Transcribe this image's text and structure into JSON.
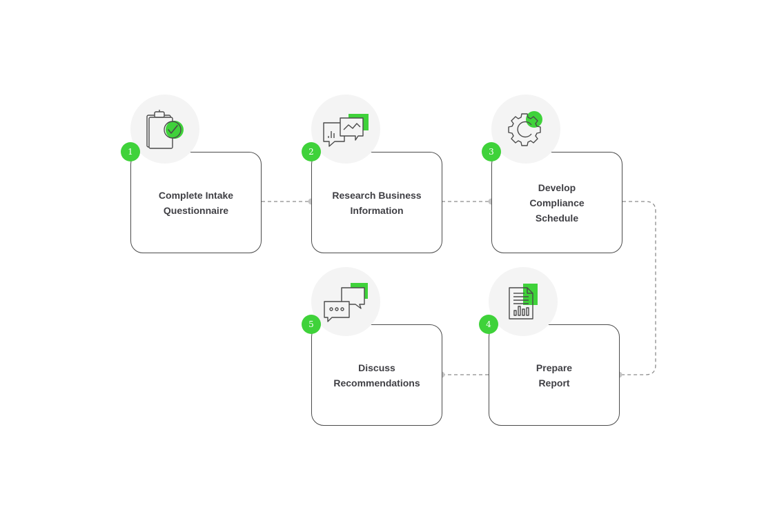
{
  "colors": {
    "accent": "#3fd23a",
    "card_border": "#4a4a4a",
    "text": "#3f3f44",
    "icon_bg": "#f4f4f4",
    "icon_stroke": "#4a4a4a",
    "connector": "#8a8a8a",
    "connector_dot": "#c4c4c4"
  },
  "steps": [
    {
      "number": "1",
      "label": "Complete Intake\nQuestionnaire",
      "icon": "clipboard-check-icon"
    },
    {
      "number": "2",
      "label": "Research Business\nInformation",
      "icon": "chat-chart-icon"
    },
    {
      "number": "3",
      "label": "Develop\nCompliance\nSchedule",
      "icon": "gear-icon"
    },
    {
      "number": "4",
      "label": "Prepare\nReport",
      "icon": "report-document-icon"
    },
    {
      "number": "5",
      "label": "Discuss\nRecommendations",
      "icon": "chat-bubbles-icon"
    }
  ]
}
